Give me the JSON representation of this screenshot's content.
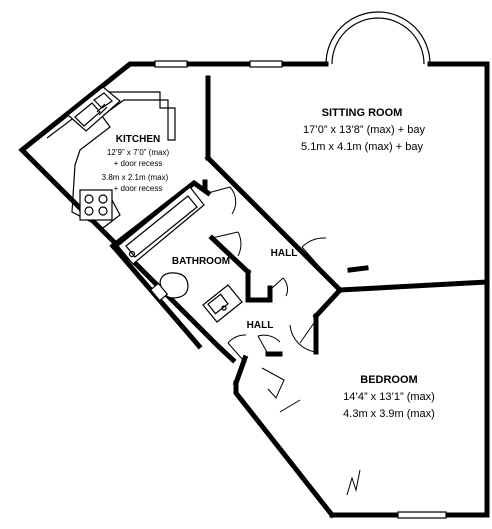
{
  "rooms": {
    "sitting_room": {
      "name": "SITTING ROOM",
      "dim_imperial": "17’0” x 13’8” (max) + bay",
      "dim_metric": "5.1m x 4.1m (max) + bay"
    },
    "kitchen": {
      "name": "KITCHEN",
      "dim_imperial": "12’9” x 7’0” (max)",
      "dim_imperial_note": "+ door recess",
      "dim_metric": "3.8m x 2.1m (max)",
      "dim_metric_note": "+ door recess"
    },
    "bathroom": {
      "name": "BATHROOM"
    },
    "hall_upper": {
      "name": "HALL"
    },
    "hall_lower": {
      "name": "HALL"
    },
    "bedroom": {
      "name": "BEDROOM",
      "dim_imperial": "14’4” x 13’1” (max)",
      "dim_metric": "4.3m x 3.9m (max)"
    }
  },
  "colors": {
    "wall": "#000000",
    "background": "#ffffff"
  }
}
